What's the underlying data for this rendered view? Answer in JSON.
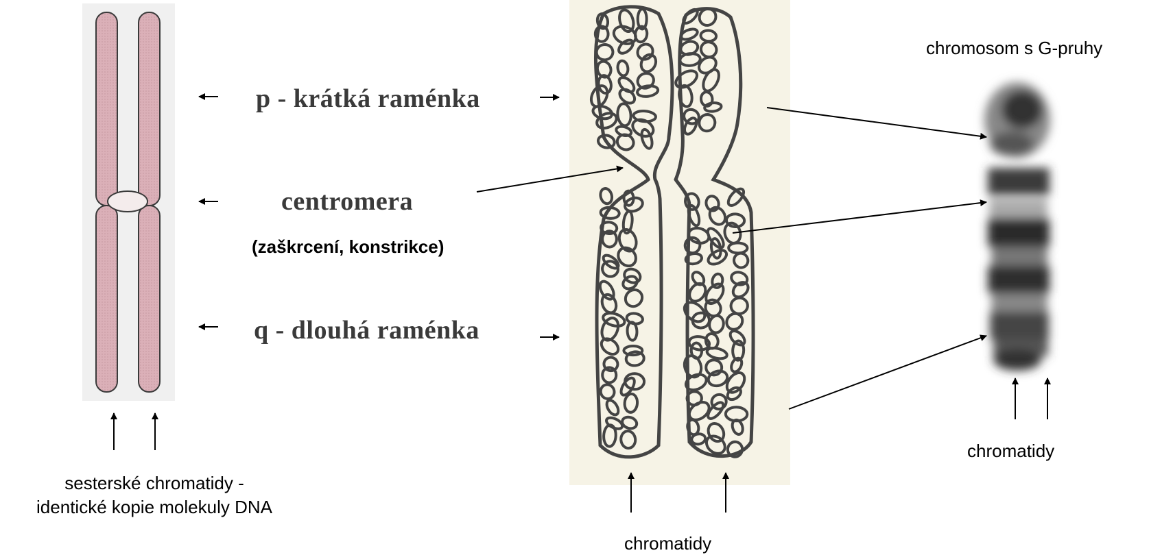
{
  "labels": {
    "p_arm": "p - krátká raménka",
    "centromere": "centromera",
    "centromere_note": "(zaškrcení, konstrikce)",
    "q_arm": "q - dlouhá raménka",
    "sister_line1": "sesterské chromatidy -",
    "sister_line2": "identické kopie molekuly DNA",
    "middle_chromatids": "chromatidy",
    "gband_title": "chromosom s G-pruhy",
    "right_chromatids": "chromatidy"
  },
  "colors": {
    "chromatid_fill": "#dbb0b8",
    "chromatid_stroke": "#3a3a3a",
    "drawing_bg": "#f6f3e6",
    "coil_stroke": "#444444",
    "arrow": "#000000"
  }
}
